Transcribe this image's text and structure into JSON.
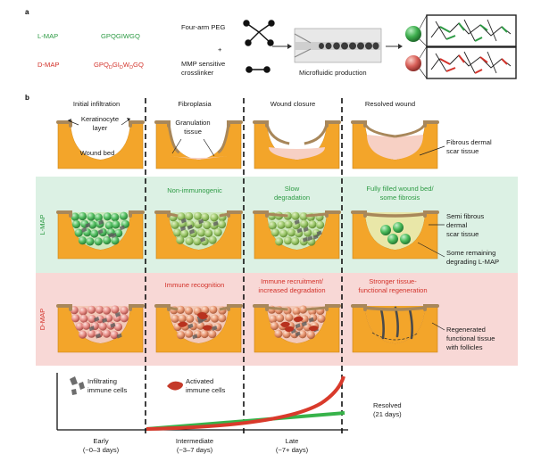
{
  "panel_a": {
    "label": "a",
    "lmap_label": "L-MAP",
    "lmap_seq": "GPQGIWGQ",
    "dmap_label": "D-MAP",
    "dmap_seq_parts": [
      "GPQ",
      "D",
      "GI",
      "D",
      "W",
      "D",
      "GQ"
    ],
    "peg_label": "Four-arm PEG",
    "plus": "+",
    "crosslinker_label": [
      "MMP sensitive",
      "crosslinker"
    ],
    "microfluidic_label": "Microfluidic production"
  },
  "panel_b": {
    "label": "b",
    "stage_titles": [
      "Initial infiltration",
      "Fibroplasia",
      "Wound closure",
      "Resolved wound"
    ],
    "row1": {
      "keratinocyte": [
        "Keratinocyte",
        "layer"
      ],
      "wound_bed": "Wound bed",
      "granulation": [
        "Granulation",
        "tissue"
      ],
      "fibrous": [
        "Fibrous dermal",
        "scar tissue"
      ]
    },
    "lmap_row": {
      "side_label": "L-MAP",
      "notes": [
        [
          "Non-immunogenic"
        ],
        [
          "Slow",
          "degradation"
        ],
        [
          "Fully filled wound bed/",
          "some fibrosis"
        ]
      ],
      "semi": [
        "Semi fibrous",
        "dermal",
        "scar tissue"
      ],
      "remaining": [
        "Some remaining",
        "degrading L-MAP"
      ]
    },
    "dmap_row": {
      "side_label": "D-MAP",
      "notes": [
        [
          "Immune recognition"
        ],
        [
          "Immune recruitment/",
          "increased degradation"
        ],
        [
          "Stronger tissue-",
          "functional regeneration"
        ]
      ],
      "regenerated": [
        "Regenerated",
        "functional tissue",
        "with follicles"
      ]
    },
    "legend": {
      "infiltrating": [
        "Infiltrating",
        "immune cells"
      ],
      "activated": [
        "Activated",
        "immune cells"
      ]
    },
    "resolved": [
      "Resolved",
      "(21 days)"
    ],
    "phases": [
      [
        "Early",
        "(~0–3 days)"
      ],
      [
        "Intermediate",
        "(~3–7 days)"
      ],
      [
        "Late",
        "(~7+ days)"
      ]
    ]
  },
  "colors": {
    "tissue": "#f3a52a",
    "tissue_dark": "#c98316",
    "epidermis": "#a8875a",
    "pink": "#f7d0c4",
    "lmap_band": "#dcf1e4",
    "dmap_band": "#f8d8d6",
    "green_sphere": "#4cbc5c",
    "red_sphere": "#e78c86",
    "text_green": "#2e9b45",
    "text_red": "#d3332b"
  }
}
